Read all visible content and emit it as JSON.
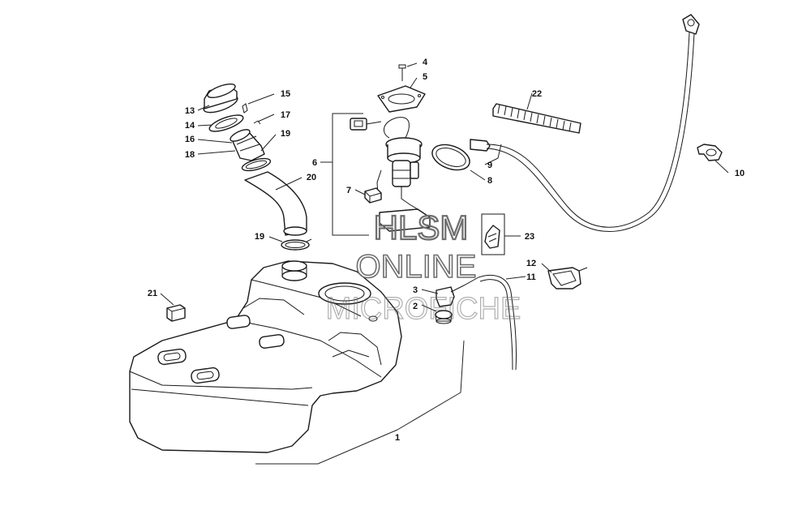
{
  "watermark": {
    "line1": "HLSM",
    "line2": "ONLINE",
    "line3": "MICROFICHE"
  },
  "callouts": [
    {
      "id": "c1",
      "label": "1"
    },
    {
      "id": "c2",
      "label": "2"
    },
    {
      "id": "c3",
      "label": "3"
    },
    {
      "id": "c4",
      "label": "4"
    },
    {
      "id": "c5",
      "label": "5"
    },
    {
      "id": "c6",
      "label": "6"
    },
    {
      "id": "c7",
      "label": "7"
    },
    {
      "id": "c8",
      "label": "8"
    },
    {
      "id": "c9",
      "label": "9"
    },
    {
      "id": "c10",
      "label": "10"
    },
    {
      "id": "c11",
      "label": "11"
    },
    {
      "id": "c12",
      "label": "12"
    },
    {
      "id": "c13",
      "label": "13"
    },
    {
      "id": "c14",
      "label": "14"
    },
    {
      "id": "c15",
      "label": "15"
    },
    {
      "id": "c16",
      "label": "16"
    },
    {
      "id": "c17",
      "label": "17"
    },
    {
      "id": "c18",
      "label": "18"
    },
    {
      "id": "c19a",
      "label": "19"
    },
    {
      "id": "c19b",
      "label": "19"
    },
    {
      "id": "c20",
      "label": "20"
    },
    {
      "id": "c21",
      "label": "21"
    },
    {
      "id": "c22",
      "label": "22"
    },
    {
      "id": "c23",
      "label": "23"
    }
  ]
}
